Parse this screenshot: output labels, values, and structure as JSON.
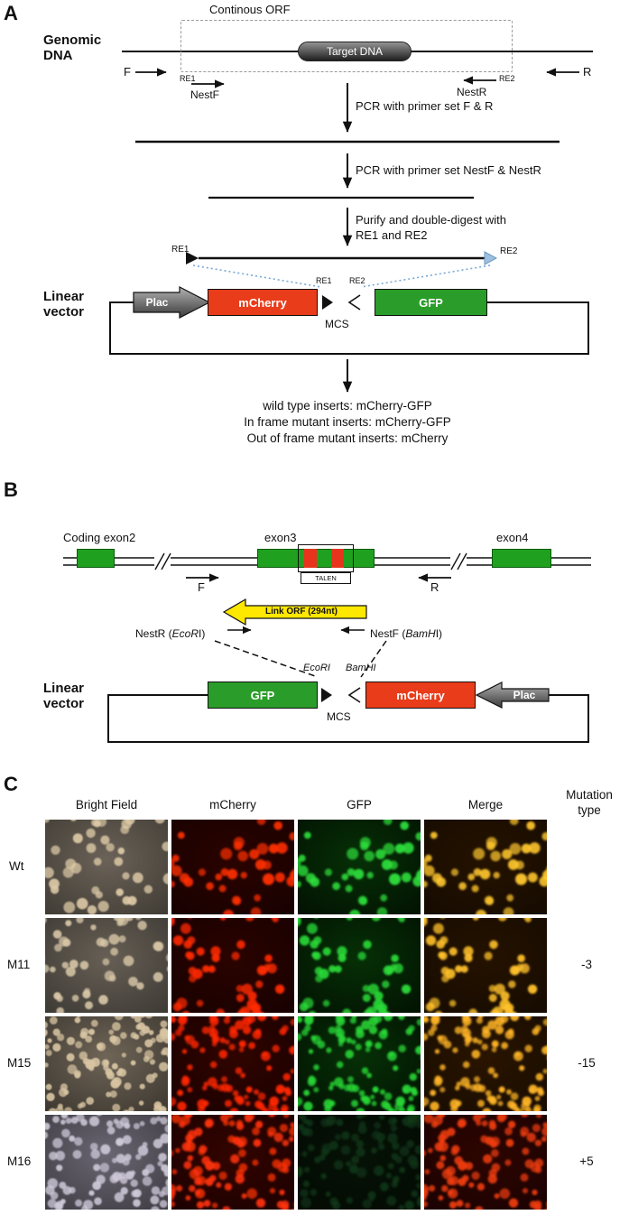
{
  "panelA": {
    "label": "A",
    "orf_label": "Continous ORF",
    "genomic_line1": "Genomic",
    "genomic_line2": "DNA",
    "target_dna": "Target DNA",
    "primer_f": "F",
    "primer_r": "R",
    "re1": "RE1",
    "re2": "RE2",
    "nest_f": "NestF",
    "nest_r": "NestR",
    "step1": "PCR with primer set F & R",
    "step2": "PCR with primer set NestF & NestR",
    "step3_line1": "Purify and double-digest with",
    "step3_line2": "RE1 and RE2",
    "digest_re1": "RE1",
    "digest_re2": "RE2",
    "linear_line1": "Linear",
    "linear_line2": "vector",
    "plac": "Plac",
    "mcherry": "mCherry",
    "mcs": "MCS",
    "gfp": "GFP",
    "site_re1": "RE1",
    "site_re2": "RE2",
    "result_lines": [
      "wild type inserts: mCherry-GFP",
      "In frame mutant inserts: mCherry-GFP",
      "Out of frame mutant inserts: mCherry"
    ]
  },
  "panelB": {
    "label": "B",
    "coding_exon2": "Coding exon2",
    "exon3": "exon3",
    "exon4": "exon4",
    "talen": "TALEN",
    "primer_f": "F",
    "primer_r": "R",
    "link_orf": "Link ORF (294nt)",
    "nestr_pre": "NestR (",
    "nestr_enzyme": "EcoR",
    "nestr_suf": "I)",
    "nestf_pre": "NestF (",
    "nestf_enzyme": "BamH",
    "nestf_suf": "I)",
    "ecori": "EcoRI",
    "bamhi": "BamHI",
    "linear_line1": "Linear",
    "linear_line2": "vector",
    "gfp": "GFP",
    "mcs": "MCS",
    "mcherry": "mCherry",
    "plac": "Plac"
  },
  "panelC": {
    "label": "C",
    "headers": [
      "Bright Field",
      "mCherry",
      "GFP",
      "Merge"
    ],
    "mutation_header_line1": "Mutation",
    "mutation_header_line2": "type",
    "rows": [
      {
        "label": "Wt",
        "mutation": "",
        "seed": 3,
        "count": 38,
        "rmin": 3.5,
        "rmax": 6.5,
        "cells": [
          {
            "seed": 21,
            "bg": "#3e3a33",
            "bgLight": "#6b6258",
            "dot": "#dcc9a6",
            "blur": 0.7
          },
          {
            "bg": "#170101",
            "bgLight": "#2a0300",
            "dot": "#ff2f00",
            "blur": 1.1
          },
          {
            "bg": "#021102",
            "bgLight": "#063006",
            "dot": "#2ee03c",
            "blur": 1.1
          },
          {
            "bg": "#150b01",
            "bgLight": "#251200",
            "dot": "#ffc72e",
            "blur": 1.1
          }
        ]
      },
      {
        "label": "M11",
        "mutation": "-3",
        "seed": 7,
        "count": 46,
        "rmin": 3.2,
        "rmax": 6.2,
        "cells": [
          {
            "seed": 22,
            "bg": "#3b3833",
            "bgLight": "#675f55",
            "dot": "#d9c8a8",
            "blur": 0.7
          },
          {
            "bg": "#170101",
            "bgLight": "#2a0300",
            "dot": "#ff2a00",
            "blur": 1.1
          },
          {
            "bg": "#021102",
            "bgLight": "#063006",
            "dot": "#2ada38",
            "blur": 1.1
          },
          {
            "bg": "#150b01",
            "bgLight": "#251200",
            "dot": "#ffc12a",
            "blur": 1.1
          }
        ]
      },
      {
        "label": "M15",
        "mutation": "-15",
        "seed": 13,
        "count": 105,
        "rmin": 2.6,
        "rmax": 5.4,
        "cells": [
          {
            "seed": 23,
            "bg": "#3a352e",
            "bgLight": "#6f6557",
            "dot": "#d8c5a2",
            "blur": 0.6
          },
          {
            "bg": "#190101",
            "bgLight": "#300400",
            "dot": "#ff2600",
            "blur": 1.0
          },
          {
            "bg": "#021102",
            "bgLight": "#063006",
            "dot": "#28d836",
            "blur": 1.0
          },
          {
            "bg": "#170c01",
            "bgLight": "#2a1400",
            "dot": "#ffb526",
            "blur": 1.0
          }
        ]
      },
      {
        "label": "M16",
        "mutation": "+5",
        "seed": 17,
        "count": 92,
        "rmin": 2.8,
        "rmax": 5.8,
        "cells": [
          {
            "seed": 24,
            "bg": "#3c3a41",
            "bgLight": "#6a6672",
            "dot": "#cfc9d9",
            "blur": 0.7
          },
          {
            "bg": "#1a0101",
            "bgLight": "#330400",
            "dot": "#ff3208",
            "blur": 1.0
          },
          {
            "seed": 25,
            "bg": "#030a03",
            "bgLight": "#061206",
            "dot": "#13381a",
            "blur": 1.2,
            "opacity": 0.85
          },
          {
            "bg": "#190202",
            "bgLight": "#2e0500",
            "dot": "#ef3c0c",
            "blur": 1.0
          }
        ]
      }
    ]
  },
  "colors": {
    "exon_green": "#1fa11f",
    "insert_red": "#e93c1a",
    "gfp_green": "#2a9c29",
    "talen_red": "#e8341c",
    "link_yellow": "#ffe800",
    "dotted_blue": "#7aa7d4"
  }
}
